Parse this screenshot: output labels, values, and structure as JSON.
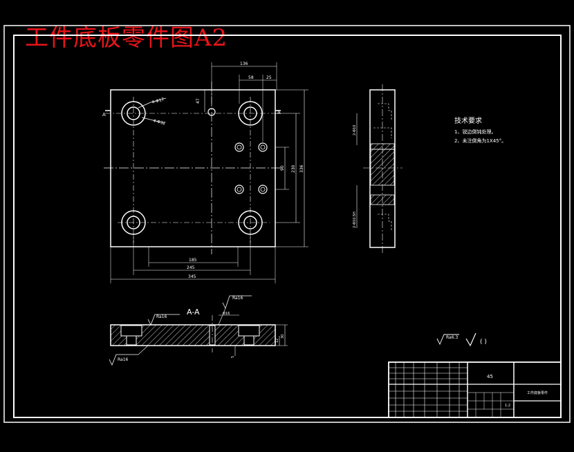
{
  "title": "工件底板零件图A2",
  "plan_view": {
    "dims": {
      "d136": "136",
      "d58": "58",
      "d25": "25",
      "d47": "47",
      "d90": "90",
      "d230": "230",
      "d336": "336",
      "d185": "185",
      "d245": "245",
      "d345": "345"
    },
    "hole_note_1": "4-Φ17",
    "hole_note_2": "4-Φ32",
    "section_mark_left": "A",
    "section_mark_right": "A"
  },
  "section_view": {
    "label": "A-A",
    "rough_1": "Ra16",
    "rough_2": "Ra16",
    "rough_3": "Ra16",
    "hole_dim": "Φ16",
    "d5": "5",
    "d12": "12",
    "d30": "30"
  },
  "side_view": {
    "note_top": "2-Φ10",
    "note_bottom": "2-Φ10.5H"
  },
  "technical_requirements": {
    "heading": "技术要求",
    "items": [
      "1、锐边倒钝处理。",
      "2、未注倒角为1X45°。"
    ]
  },
  "roughness_note": {
    "value": "Ra6.3",
    "paren": "( )"
  },
  "title_block": {
    "material": "45",
    "part_name": "工件底板零件",
    "scale": "1:2"
  }
}
